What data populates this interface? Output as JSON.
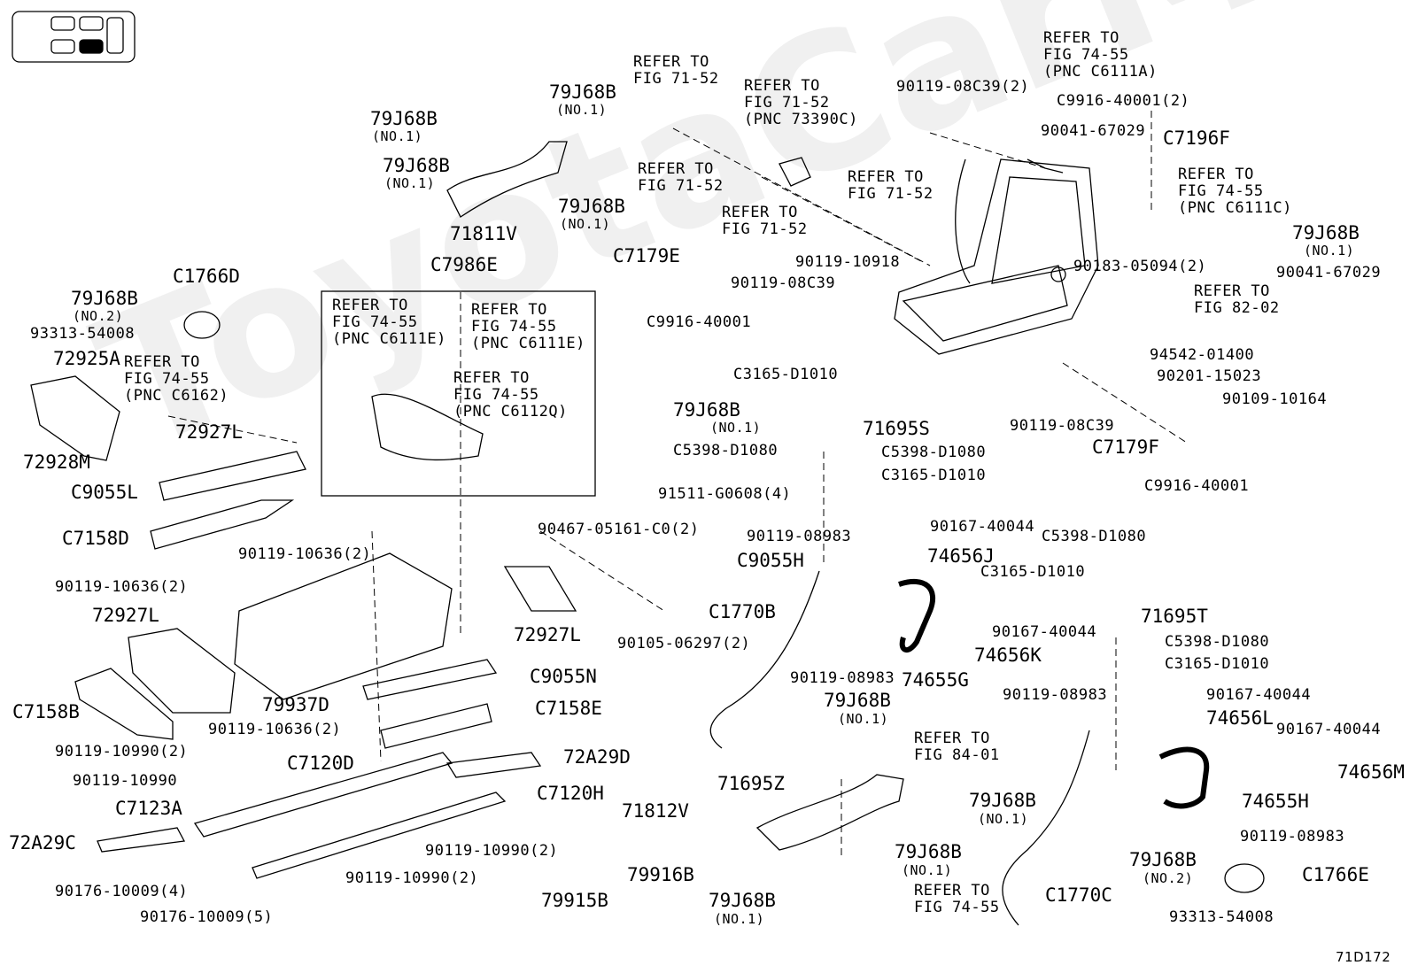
{
  "watermark": "ToyotaCarMe.ru",
  "figure_code": "71D172",
  "labels": [
    {
      "id": "l1",
      "text": "REFER TO\nFIG 71-52"
    },
    {
      "id": "l2",
      "text": "79J68B"
    },
    {
      "id": "l2s",
      "text": "(NO.1)"
    },
    {
      "id": "l3",
      "text": "79J68B"
    },
    {
      "id": "l3s",
      "text": "(NO.1)"
    },
    {
      "id": "l4",
      "text": "79J68B"
    },
    {
      "id": "l4s",
      "text": "(NO.1)"
    },
    {
      "id": "l5",
      "text": "79J68B"
    },
    {
      "id": "l5s",
      "text": "(NO.1)"
    },
    {
      "id": "l6",
      "text": "71811V"
    },
    {
      "id": "l7",
      "text": "REFER TO\nFIG 71-52\n(PNC 73390C)"
    },
    {
      "id": "l8",
      "text": "REFER TO\nFIG 71-52"
    },
    {
      "id": "l9",
      "text": "REFER TO\nFIG 71-52"
    },
    {
      "id": "l10",
      "text": "REFER TO\nFIG 71-52"
    },
    {
      "id": "l11",
      "text": "C7179E"
    },
    {
      "id": "l12",
      "text": "C9916-40001"
    },
    {
      "id": "l13",
      "text": "90119-10918"
    },
    {
      "id": "l14",
      "text": "90119-08C39"
    },
    {
      "id": "l15",
      "text": "REFER TO\nFIG 74-55\n(PNC C6111A)"
    },
    {
      "id": "l16",
      "text": "90119-08C39(2)"
    },
    {
      "id": "l17",
      "text": "C9916-40001(2)"
    },
    {
      "id": "l18",
      "text": "90041-67029"
    },
    {
      "id": "l19",
      "text": "C7196F"
    },
    {
      "id": "l20",
      "text": "REFER TO\nFIG 74-55\n(PNC C6111C)"
    },
    {
      "id": "l21",
      "text": "79J68B"
    },
    {
      "id": "l21s",
      "text": "(NO.1)"
    },
    {
      "id": "l22",
      "text": "90183-05094(2)"
    },
    {
      "id": "l23",
      "text": "90041-67029"
    },
    {
      "id": "l24",
      "text": "REFER TO\nFIG 82-02"
    },
    {
      "id": "l25",
      "text": "94542-01400"
    },
    {
      "id": "l26",
      "text": "90201-15023"
    },
    {
      "id": "l27",
      "text": "90109-10164"
    },
    {
      "id": "l28",
      "text": "90119-08C39"
    },
    {
      "id": "l29",
      "text": "C7179F"
    },
    {
      "id": "l30",
      "text": "C9916-40001"
    },
    {
      "id": "l31",
      "text": "C1766D"
    },
    {
      "id": "l32",
      "text": "79J68B"
    },
    {
      "id": "l32s",
      "text": "(NO.2)"
    },
    {
      "id": "l33",
      "text": "93313-54008"
    },
    {
      "id": "l34",
      "text": "72925A"
    },
    {
      "id": "l35",
      "text": "REFER TO\nFIG 74-55\n(PNC C6162)"
    },
    {
      "id": "l36",
      "text": "72927L"
    },
    {
      "id": "l37",
      "text": "72928M"
    },
    {
      "id": "l38",
      "text": "C9055L"
    },
    {
      "id": "l39",
      "text": "C7158D"
    },
    {
      "id": "l40",
      "text": "C7986E"
    },
    {
      "id": "l41",
      "text": "REFER TO\nFIG 74-55\n(PNC C6111E)"
    },
    {
      "id": "l42",
      "text": "REFER TO\nFIG 74-55\n(PNC C6111E)"
    },
    {
      "id": "l43",
      "text": "REFER TO\nFIG 74-55\n(PNC C6112Q)"
    },
    {
      "id": "l44",
      "text": "C3165-D1010"
    },
    {
      "id": "l45",
      "text": "79J68B"
    },
    {
      "id": "l45s",
      "text": "(NO.1)"
    },
    {
      "id": "l46",
      "text": "71695S"
    },
    {
      "id": "l47",
      "text": "C5398-D1080"
    },
    {
      "id": "l48",
      "text": "C5398-D1080"
    },
    {
      "id": "l49",
      "text": "C3165-D1010"
    },
    {
      "id": "l50",
      "text": "91511-G0608(4)"
    },
    {
      "id": "l51",
      "text": "90467-05161-C0(2)"
    },
    {
      "id": "l52",
      "text": "C9055H"
    },
    {
      "id": "l53",
      "text": "90119-10636(2)"
    },
    {
      "id": "l54",
      "text": "90119-10636(2)"
    },
    {
      "id": "l55",
      "text": "72927L"
    },
    {
      "id": "l56",
      "text": "72927L"
    },
    {
      "id": "l57",
      "text": "90105-06297(2)"
    },
    {
      "id": "l58",
      "text": "C9055N"
    },
    {
      "id": "l59",
      "text": "C7158E"
    },
    {
      "id": "l60",
      "text": "C7158B"
    },
    {
      "id": "l61",
      "text": "79937D"
    },
    {
      "id": "l62",
      "text": "90119-10636(2)"
    },
    {
      "id": "l63",
      "text": "90119-10990(2)"
    },
    {
      "id": "l64",
      "text": "90119-10990"
    },
    {
      "id": "l65",
      "text": "C7120D"
    },
    {
      "id": "l66",
      "text": "72A29D"
    },
    {
      "id": "l67",
      "text": "C7123A"
    },
    {
      "id": "l68",
      "text": "C7120H"
    },
    {
      "id": "l69",
      "text": "72A29C"
    },
    {
      "id": "l70",
      "text": "90119-10990(2)"
    },
    {
      "id": "l71",
      "text": "90119-10990(2)"
    },
    {
      "id": "l72",
      "text": "79916B"
    },
    {
      "id": "l73",
      "text": "90176-10009(4)"
    },
    {
      "id": "l74",
      "text": "90176-10009(5)"
    },
    {
      "id": "l75",
      "text": "79915B"
    },
    {
      "id": "l76",
      "text": "90119-08983"
    },
    {
      "id": "l77",
      "text": "90167-40044"
    },
    {
      "id": "l78",
      "text": "74656J"
    },
    {
      "id": "l79",
      "text": "C5398-D1080"
    },
    {
      "id": "l80",
      "text": "C3165-D1010"
    },
    {
      "id": "l81",
      "text": "C1770B"
    },
    {
      "id": "l82",
      "text": "74656K"
    },
    {
      "id": "l83",
      "text": "90167-40044"
    },
    {
      "id": "l84",
      "text": "71695T"
    },
    {
      "id": "l85",
      "text": "C5398-D1080"
    },
    {
      "id": "l86",
      "text": "C3165-D1010"
    },
    {
      "id": "l87",
      "text": "90119-08983"
    },
    {
      "id": "l88",
      "text": "74655G"
    },
    {
      "id": "l89",
      "text": "79J68B"
    },
    {
      "id": "l89s",
      "text": "(NO.1)"
    },
    {
      "id": "l90",
      "text": "90119-08983"
    },
    {
      "id": "l91",
      "text": "90167-40044"
    },
    {
      "id": "l92",
      "text": "74656L"
    },
    {
      "id": "l93",
      "text": "90167-40044"
    },
    {
      "id": "l94",
      "text": "REFER TO\nFIG 84-01"
    },
    {
      "id": "l95",
      "text": "71695Z"
    },
    {
      "id": "l96",
      "text": "71812V"
    },
    {
      "id": "l97",
      "text": "79J68B"
    },
    {
      "id": "l97s",
      "text": "(NO.1)"
    },
    {
      "id": "l98",
      "text": "74656M"
    },
    {
      "id": "l99",
      "text": "74655H"
    },
    {
      "id": "l100",
      "text": "90119-08983"
    },
    {
      "id": "l101",
      "text": "79J68B"
    },
    {
      "id": "l101s",
      "text": "(NO.1)"
    },
    {
      "id": "l102",
      "text": "79J68B"
    },
    {
      "id": "l102s",
      "text": "(NO.2)"
    },
    {
      "id": "l103",
      "text": "C1766E"
    },
    {
      "id": "l104",
      "text": "REFER TO\nFIG 74-55"
    },
    {
      "id": "l105",
      "text": "C1770C"
    },
    {
      "id": "l106",
      "text": "79J68B"
    },
    {
      "id": "l106s",
      "text": "(NO.1)"
    },
    {
      "id": "l107",
      "text": "93313-54008"
    }
  ]
}
